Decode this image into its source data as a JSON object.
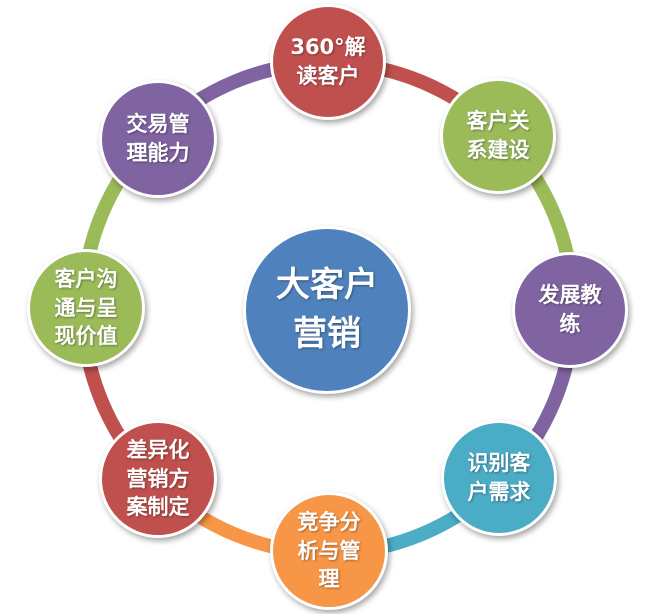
{
  "diagram": {
    "type": "cycle",
    "center": {
      "label": "大客户\n营销",
      "color": "#4f81bd"
    },
    "nodes": [
      {
        "id": "n1",
        "label": "360°解\n读客户",
        "color": "#c0504d"
      },
      {
        "id": "n2",
        "label": "客户关\n系建设",
        "color": "#9bbb59"
      },
      {
        "id": "n3",
        "label": "发展教\n练",
        "color": "#8064a2"
      },
      {
        "id": "n4",
        "label": "识别客\n户需求",
        "color": "#4bacc6"
      },
      {
        "id": "n5",
        "label": "竞争分\n析与管\n理",
        "color": "#f79646"
      },
      {
        "id": "n6",
        "label": "差异化\n营销方\n案制定",
        "color": "#c0504d"
      },
      {
        "id": "n7",
        "label": "客户沟\n通与呈\n现价值",
        "color": "#9bbb59"
      },
      {
        "id": "n8",
        "label": "交易管\n理能力",
        "color": "#8064a2"
      }
    ],
    "connectors": [
      {
        "from": "n1",
        "to": "n2",
        "color": "#c0504d"
      },
      {
        "from": "n2",
        "to": "n3",
        "color": "#9bbb59"
      },
      {
        "from": "n3",
        "to": "n4",
        "color": "#8064a2"
      },
      {
        "from": "n4",
        "to": "n5",
        "color": "#4bacc6"
      },
      {
        "from": "n5",
        "to": "n6",
        "color": "#f79646"
      },
      {
        "from": "n6",
        "to": "n7",
        "color": "#c0504d"
      },
      {
        "from": "n7",
        "to": "n8",
        "color": "#9bbb59"
      },
      {
        "from": "n8",
        "to": "n1",
        "color": "#8064a2"
      }
    ]
  }
}
